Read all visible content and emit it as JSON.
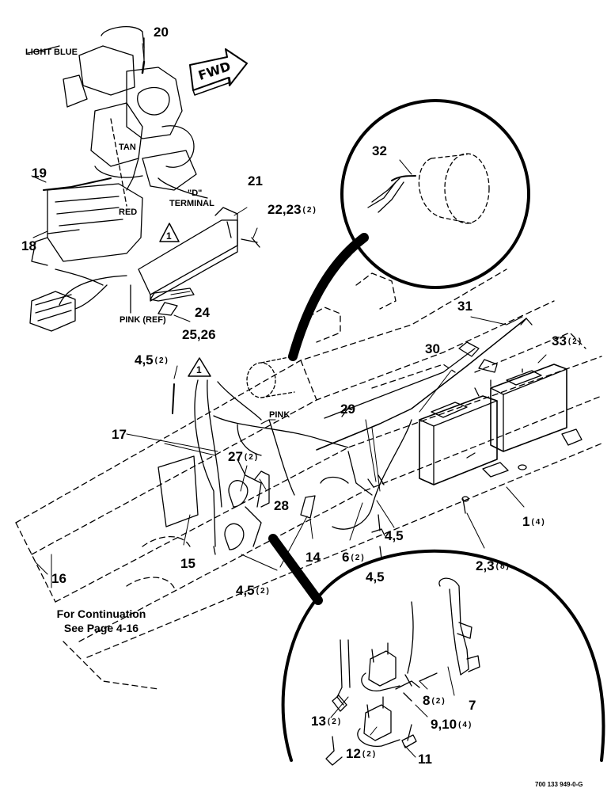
{
  "callouts": {
    "c20": "20",
    "c19": "19",
    "c18": "18",
    "c21": "21",
    "c22": "22,23",
    "c22q": "(2)",
    "c24": "24",
    "c25": "25,26",
    "c32": "32",
    "c31": "31",
    "c30": "30",
    "c33": "33",
    "c33q": "(2)",
    "c45a": "4,5",
    "c45aq": "(2)",
    "c17": "17",
    "c27": "27",
    "c27q": "(2)",
    "c28": "28",
    "c29": "29",
    "c15": "15",
    "c14": "14",
    "c6": "6",
    "c6q": "(2)",
    "c45b": "4,5",
    "c1": "1",
    "c1q": "(4)",
    "c2": "2,3",
    "c2q": "(8)",
    "c16": "16",
    "c45c": "4,5",
    "c45cq": "(2)",
    "c45d": "4,5",
    "c8": "8",
    "c8q": "(2)",
    "c7": "7",
    "c13": "13",
    "c13q": "(2)",
    "c9": "9,10",
    "c9q": "(4)",
    "c12": "12",
    "c12q": "(2)",
    "c11": "11"
  },
  "wire_labels": {
    "light_blue": "LIGHT BLUE",
    "tan": "TAN",
    "red": "RED",
    "d_terminal_1": "\"D\"",
    "d_terminal_2": "TERMINAL",
    "pink_ref": "PINK (REF)",
    "pink": "PINK"
  },
  "notes": {
    "fwd": "FWD",
    "continuation_1": "For Continuation",
    "continuation_2": "See Page 4-16",
    "triangle_note": "1"
  },
  "figure_number": "700 133 949-0-G"
}
